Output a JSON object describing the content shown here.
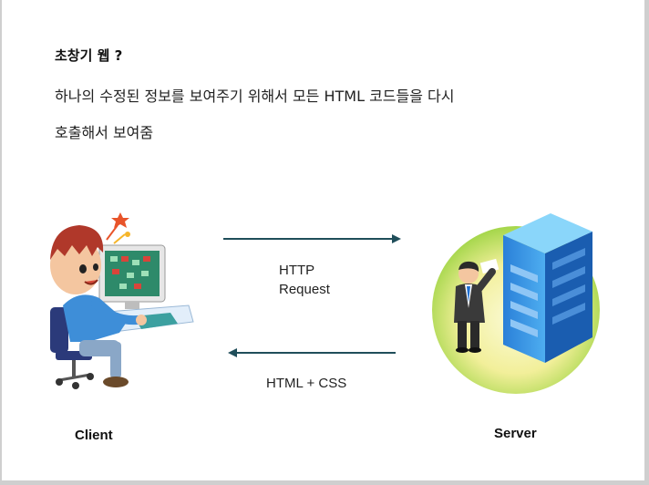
{
  "heading": "초창기 웹 ?",
  "description_line1": "하나의 수정된 정보를 보여주기 위해서 모든 HTML 코드들을 다시",
  "description_line2": "호출해서 보여줌",
  "request_label_line1": "HTTP",
  "request_label_line2": "Request",
  "response_label": "HTML + CSS",
  "client_label": "Client",
  "server_label": "Server",
  "arrow_color": "#1f4e5a",
  "icons": [
    "client-user-at-computer-icon",
    "server-building-with-man-icon"
  ]
}
